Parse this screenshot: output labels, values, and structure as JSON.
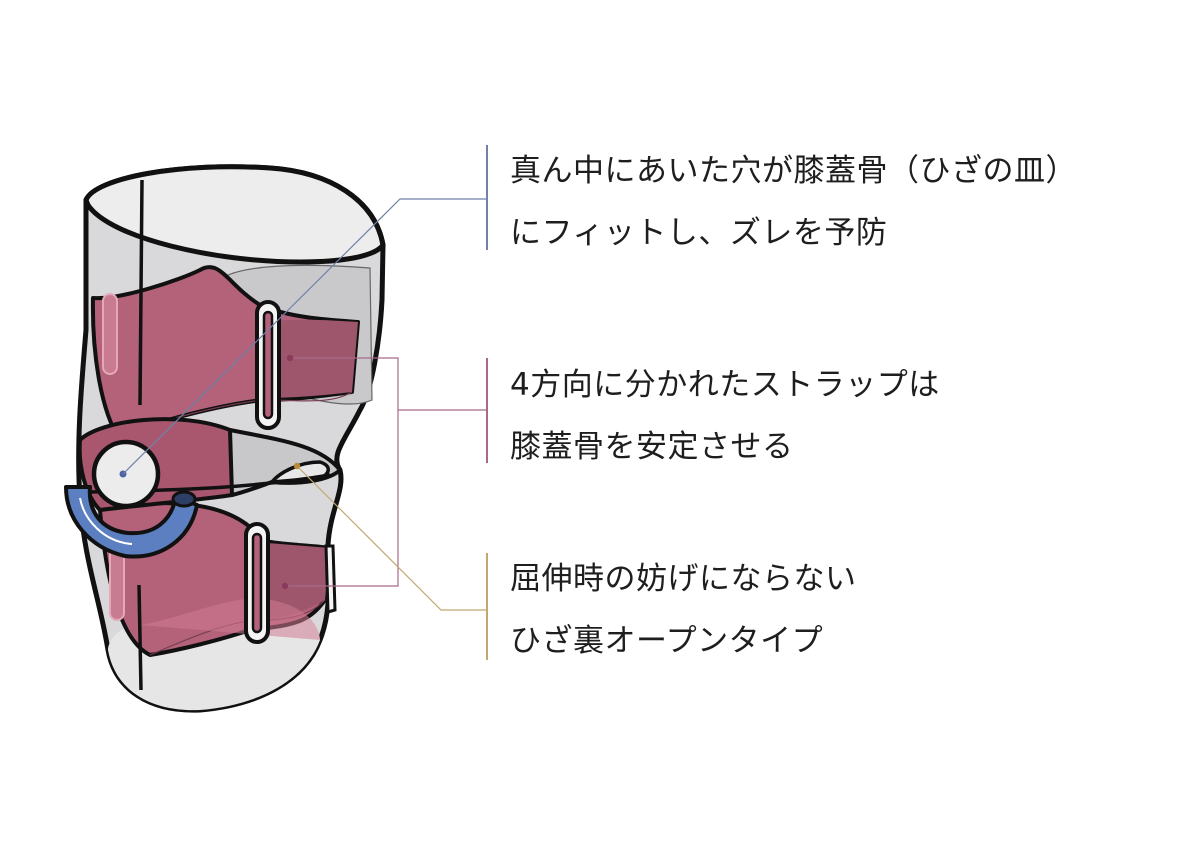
{
  "diagram": {
    "subject": "knee-brace-illustration",
    "colors": {
      "background": "#ffffff",
      "outline": "#111111",
      "sleeve_gray": "#d6d6d8",
      "sleeve_light": "#ebebec",
      "strap_pink": "#b05a72",
      "strap_pink_light": "#c9738b",
      "pad_blue": "#5b7fc0",
      "callout_blue": "#6f82a8",
      "callout_pink": "#a86a88",
      "callout_gold": "#c2a772",
      "text": "#1e1e1e"
    },
    "callouts": [
      {
        "id": "patella-hole",
        "color": "#6f82a8",
        "lines": [
          "真ん中にあいた穴が膝蓋骨（ひざの皿）",
          "にフィットし、ズレを予防"
        ]
      },
      {
        "id": "four-way-strap",
        "color": "#a86a88",
        "lines": [
          "4方向に分かれたストラップは",
          "膝蓋骨を安定させる"
        ]
      },
      {
        "id": "open-back",
        "color": "#c2a772",
        "lines": [
          "屈伸時の妨げにならない",
          "ひざ裏オープンタイプ"
        ]
      }
    ]
  }
}
